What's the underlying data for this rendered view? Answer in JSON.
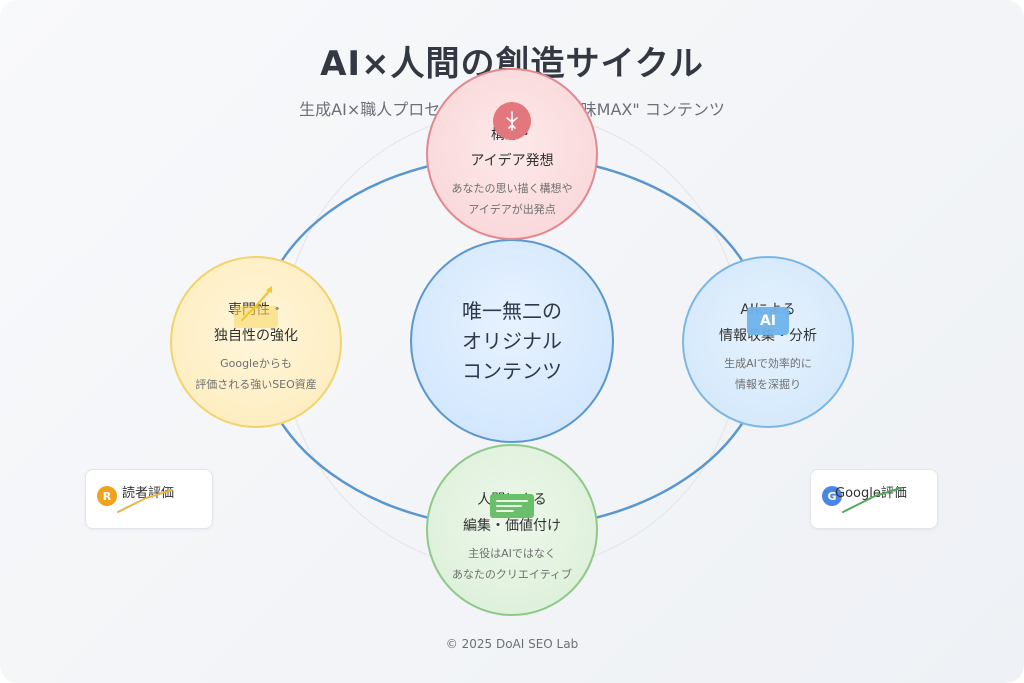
{
  "header": {
    "title": "AI×人間の創造サイクル",
    "subtitle": "生成AI×職人プロセスで生まれる \"人間味MAX\" コンテンツ"
  },
  "center": {
    "lines": [
      "唯一無二の",
      "オリジナル",
      "コンテンツ"
    ]
  },
  "nodes": {
    "top": {
      "heading": [
        "構想・",
        "アイデア発想"
      ],
      "desc": [
        "あなたの思い描く構想や",
        "アイデアが出発点"
      ],
      "icon": "lightbulb-icon"
    },
    "right": {
      "heading": [
        "AIによる",
        "情報収集・分析"
      ],
      "desc": [
        "生成AIで効率的に",
        "情報を深掘り"
      ],
      "icon_label": "AI"
    },
    "bottom": {
      "heading": [
        "人間による",
        "編集・価値付け"
      ],
      "desc": [
        "主役はAIではなく",
        "あなたのクリエイティブ"
      ],
      "icon": "document-icon"
    },
    "left": {
      "heading": [
        "専門性・",
        "独自性の強化"
      ],
      "desc": [
        "Googleからも",
        "評価される強いSEO資産"
      ],
      "icon": "growth-chart-icon"
    }
  },
  "cards": {
    "reader": {
      "badge": "R",
      "label": "読者評価",
      "color": "#f0a21c"
    },
    "google": {
      "badge": "G",
      "label": "Google評価",
      "color": "#4a86e8"
    }
  },
  "footer": {
    "text": "© 2025 DoAI SEO Lab"
  },
  "colors": {
    "ring": "#5a97cf",
    "top": "#e08a8f",
    "right": "#7bb7e6",
    "bottom": "#8fc98a",
    "left": "#f2d36d"
  }
}
